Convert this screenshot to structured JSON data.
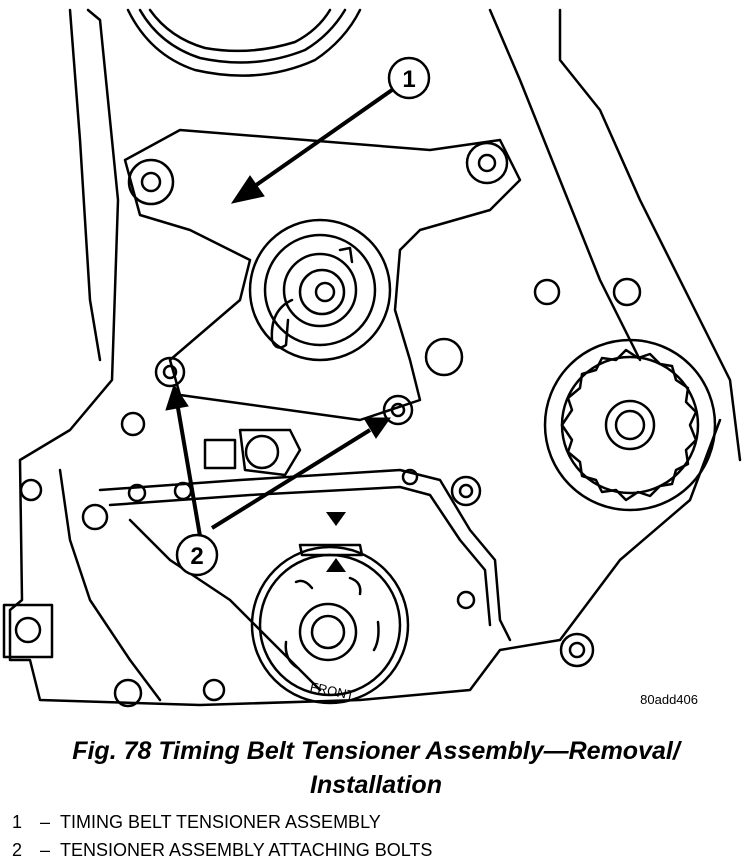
{
  "figure": {
    "callouts": [
      {
        "number": "1"
      },
      {
        "number": "2"
      }
    ],
    "front_label": "FRONT",
    "code": "80add406"
  },
  "caption": {
    "line1": "Fig. 78 Timing Belt Tensioner Assembly—Removal/",
    "line2": "Installation"
  },
  "legend": [
    {
      "number": "1",
      "dash": "–",
      "text": "TIMING BELT TENSIONER ASSEMBLY"
    },
    {
      "number": "2",
      "dash": "–",
      "text": "TENSIONER ASSEMBLY ATTACHING BOLTS"
    }
  ]
}
